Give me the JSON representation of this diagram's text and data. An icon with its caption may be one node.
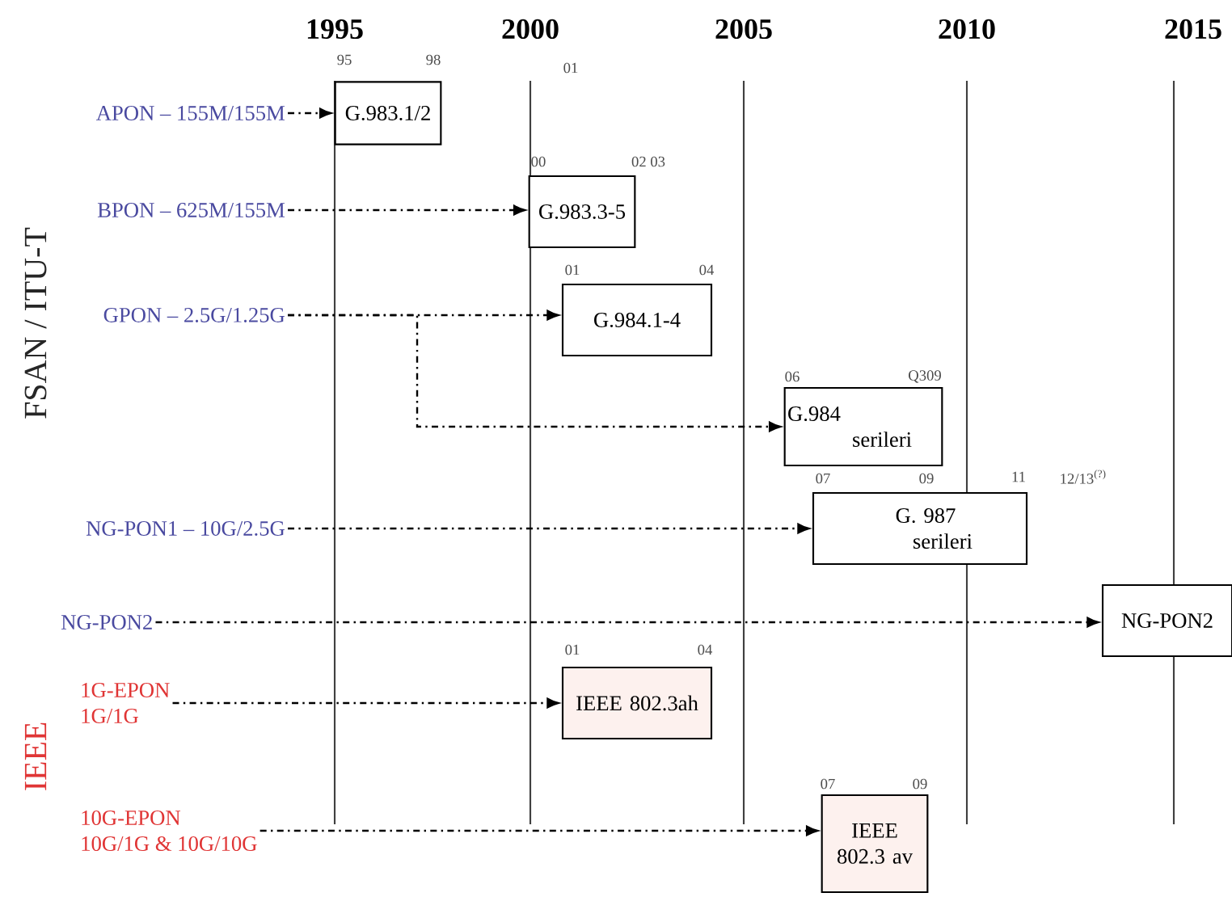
{
  "diagram": {
    "nodes": [
      {
        "text": [
          "APON – 155M/155M"
        ]
      },
      {
        "text": [
          "G.983.1/2"
        ],
        "beside": [
          "95",
          "98"
        ]
      },
      {
        "text": [
          "BPON – 625M/155M"
        ]
      },
      {
        "text": [
          "G.983.3-5"
        ],
        "beside": [
          "00",
          "02 03"
        ]
      },
      {
        "text": [
          "GPON – 2.5G/1.25G"
        ]
      },
      {
        "text": [
          "G.984.1-4"
        ],
        "beside": [
          "01",
          "04"
        ]
      },
      {
        "text": [
          "G.984",
          "serileri"
        ],
        "beside": [
          "06",
          "Q309"
        ]
      },
      {
        "text": [
          "NG-PON1 – 10G/2.5G"
        ]
      },
      {
        "text": [
          "G. 987",
          "serileri"
        ],
        "beside": [
          "07",
          "09",
          "11",
          "12/13$^{(?)}$"
        ]
      },
      {
        "text": [
          "NG-PON2"
        ]
      },
      {
        "text": [
          "NG-PON2"
        ]
      },
      {
        "text": [
          "1G-EPON",
          "1G/1G"
        ]
      },
      {
        "text": [
          "IEEE 802.3ah"
        ],
        "beside": [
          "01",
          "04"
        ]
      },
      {
        "text": [
          "10G-EPON",
          "10G/1G & 10G/10G"
        ]
      },
      {
        "text": [
          "IEEE 802.3 av"
        ],
        "beside": [
          "07",
          "09"
        ]
      }
    ],
    "edges": [
      {
        "from": 0,
        "to": 1,
        "arrow": "to"
      },
      {
        "from": 2,
        "to": 3,
        "arrow": "to"
      },
      {
        "from": 4,
        "to": 5,
        "arrow": "to"
      },
      {
        "from": 4,
        "to": 6,
        "arrow": "to"
      },
      {
        "from": 7,
        "to": 8,
        "arrow": "to"
      },
      {
        "from": 9,
        "to": 10,
        "arrow": "to"
      },
      {
        "from": 11,
        "to": 12,
        "arrow": "to"
      },
      {
        "from": 13,
        "to": 14,
        "arrow": "to"
      }
    ],
    "labels": [
      "1995",
      "2000",
      "2005",
      "2010",
      "2015",
      "01",
      "FSAN / ITU-T",
      "IEEE"
    ]
  }
}
